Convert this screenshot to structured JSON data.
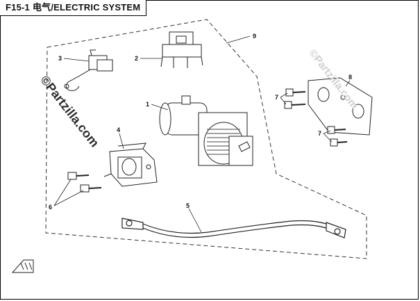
{
  "header": {
    "code": "F15-1",
    "title": "电气/ELECTRIC SYSTEM"
  },
  "watermarks": {
    "primary": "©Partzilla.com",
    "secondary": "©Partzilla.com"
  },
  "callouts": [
    {
      "id": "c1",
      "label": "1"
    },
    {
      "id": "c2",
      "label": "2"
    },
    {
      "id": "c3",
      "label": "3"
    },
    {
      "id": "c4",
      "label": "4"
    },
    {
      "id": "c5",
      "label": "5"
    },
    {
      "id": "c6",
      "label": "6"
    },
    {
      "id": "c7a",
      "label": "7"
    },
    {
      "id": "c7b",
      "label": "7"
    },
    {
      "id": "c8",
      "label": "8"
    },
    {
      "id": "c9",
      "label": "9"
    }
  ]
}
